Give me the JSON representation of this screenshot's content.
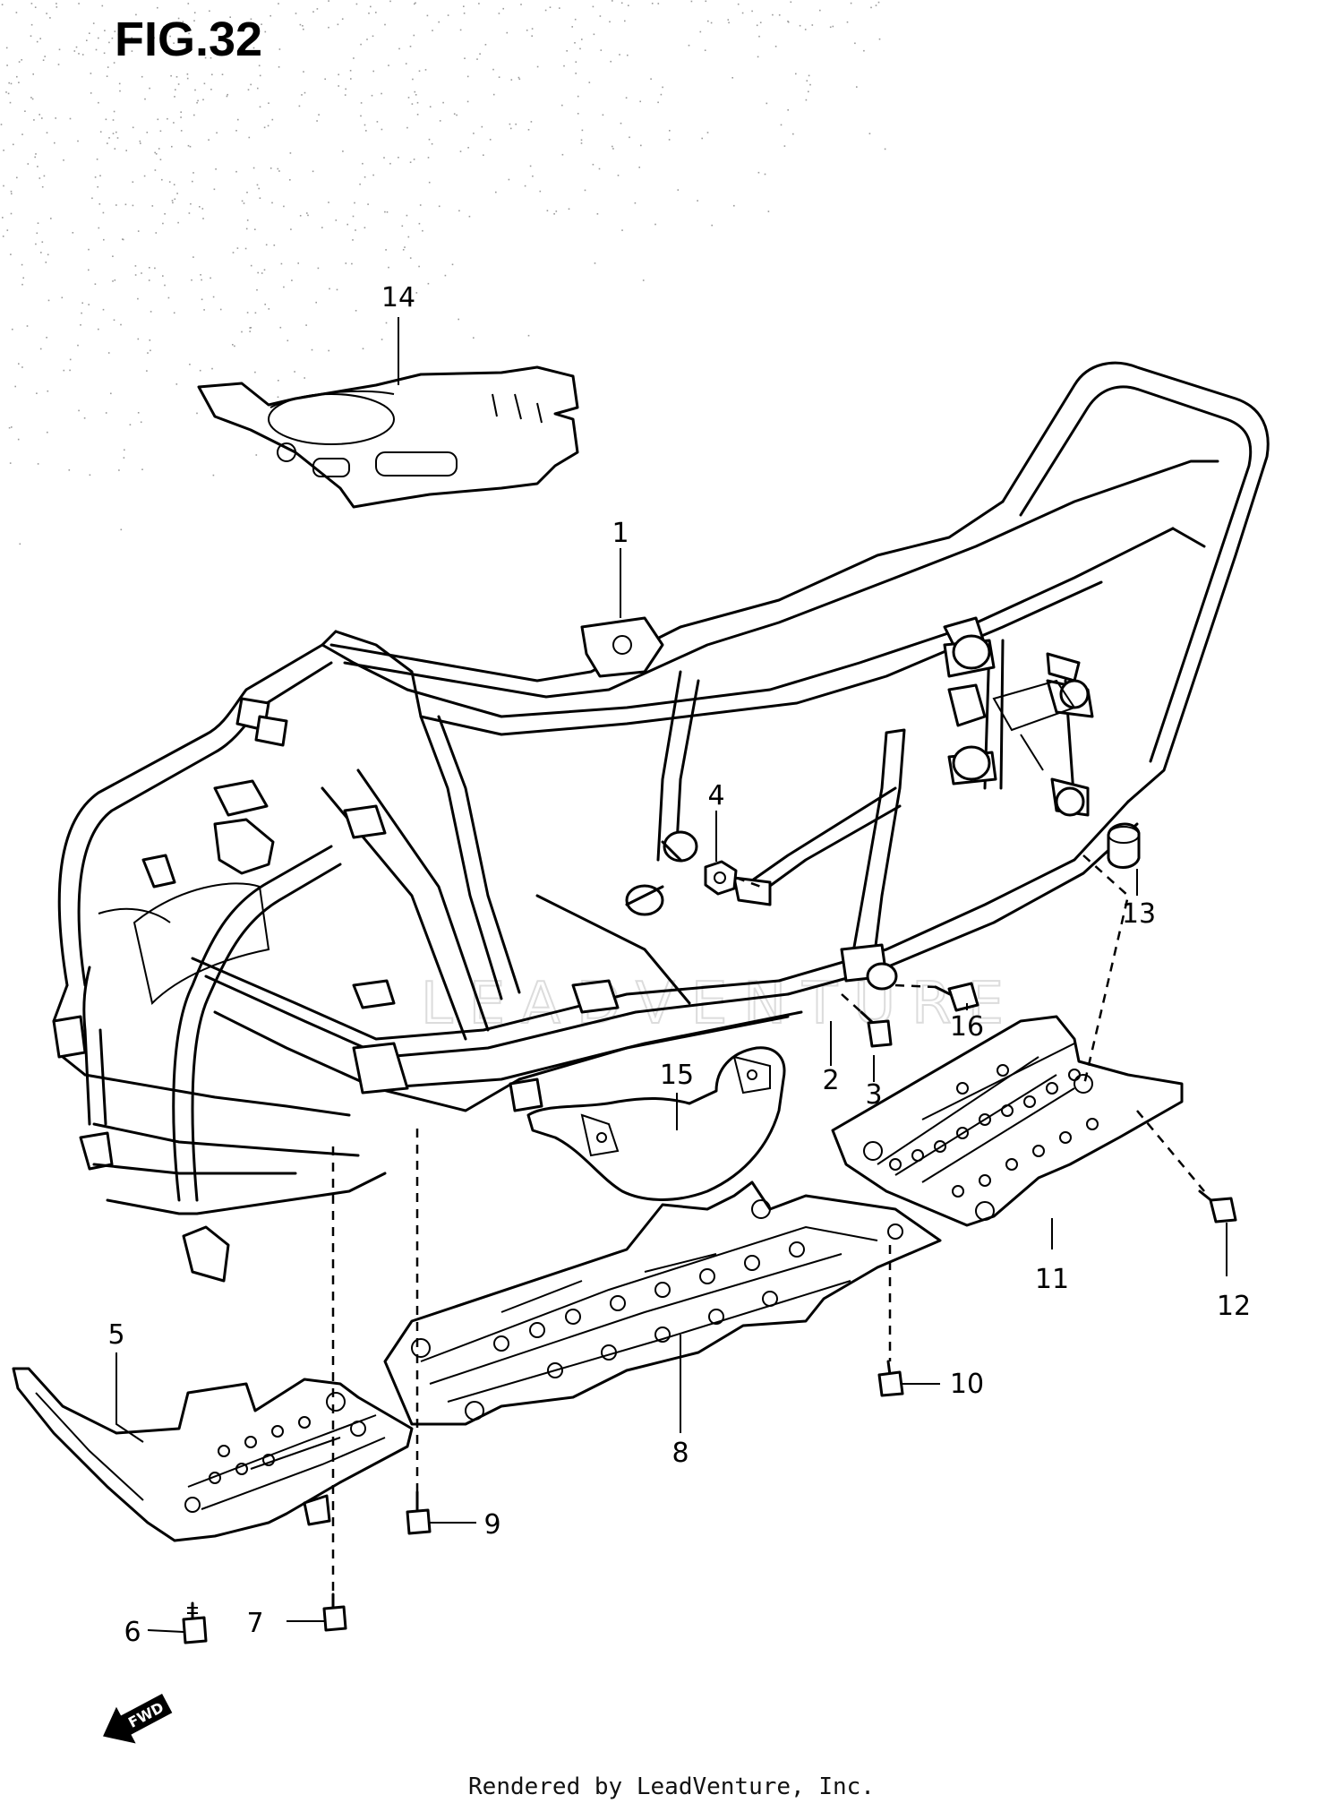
{
  "figure": {
    "title": "FIG.32"
  },
  "callouts": [
    {
      "id": "1",
      "label": "1"
    },
    {
      "id": "2",
      "label": "2"
    },
    {
      "id": "3",
      "label": "3"
    },
    {
      "id": "4",
      "label": "4"
    },
    {
      "id": "5",
      "label": "5"
    },
    {
      "id": "6",
      "label": "6"
    },
    {
      "id": "7",
      "label": "7"
    },
    {
      "id": "8",
      "label": "8"
    },
    {
      "id": "9",
      "label": "9"
    },
    {
      "id": "10",
      "label": "10"
    },
    {
      "id": "11",
      "label": "11"
    },
    {
      "id": "12",
      "label": "12"
    },
    {
      "id": "13",
      "label": "13"
    },
    {
      "id": "14",
      "label": "14"
    },
    {
      "id": "15",
      "label": "15"
    },
    {
      "id": "16",
      "label": "16"
    }
  ],
  "direction_marker": {
    "label": "FWD",
    "icon": "forward-arrow-icon"
  },
  "watermark": {
    "text": "LEADVENTURE"
  },
  "footer": {
    "credit": "Rendered by LeadVenture, Inc."
  },
  "colors": {
    "line": "#000000",
    "background": "#ffffff",
    "speckle": "#9a9a9a"
  }
}
